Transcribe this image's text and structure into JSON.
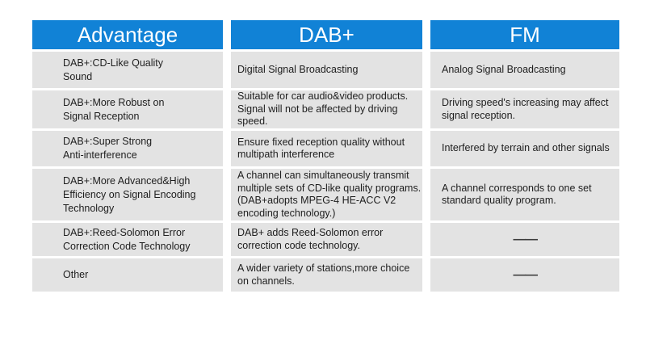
{
  "colors": {
    "page_bg": "#ffffff",
    "header_bg": "#1182d6",
    "header_text": "#ffffff",
    "row_bg": "#e3e3e3",
    "body_text": "#1e1e1e",
    "dash": "#3c3c3c"
  },
  "chart_data": {
    "type": "table",
    "columns": [
      "Advantage",
      "DAB+",
      "FM"
    ],
    "rows": [
      [
        "DAB+:CD-Like Quality\nSound",
        "Digital Signal Broadcasting",
        "Analog Signal Broadcasting"
      ],
      [
        "DAB+:More Robust on\nSignal Reception",
        "Suitable for car audio&video products.\nSignal will not be affected by driving\nspeed.",
        "Driving speed's increasing may affect\nsignal reception."
      ],
      [
        "DAB+:Super Strong\nAnti-interference",
        "Ensure fixed reception quality without\nmultipath interference",
        "Interfered by terrain and other signals"
      ],
      [
        "DAB+:More Advanced&High\nEfficiency on Signal Encoding\nTechnology",
        "A channel can simultaneously transmit\nmultiple sets of CD-like quality programs.\n(DAB+adopts MPEG-4 HE-ACC V2\nencoding technology.)",
        "A channel corresponds to one set\nstandard quality program."
      ],
      [
        "DAB+:Reed-Solomon Error\nCorrection Code Technology",
        "DAB+ adds Reed-Solomon error\ncorrection code technology.",
        "——"
      ],
      [
        "Other",
        "A wider variety of stations,more choice\non channels.",
        "——"
      ]
    ]
  }
}
